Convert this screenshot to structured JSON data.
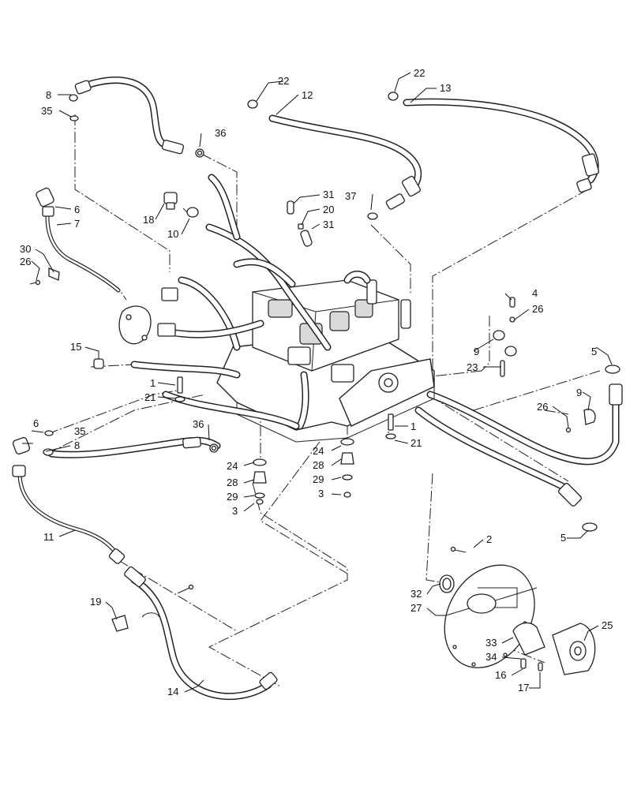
{
  "labels": {
    "l1a": "1",
    "l1b": "1",
    "l2": "2",
    "l3a": "3",
    "l3b": "3",
    "l4": "4",
    "l5a": "5",
    "l5b": "5",
    "l6a": "6",
    "l6b": "6",
    "l7": "7",
    "l8a": "8",
    "l8b": "8",
    "l9a": "9",
    "l9b": "9",
    "l10": "10",
    "l11": "11",
    "l12": "12",
    "l13": "13",
    "l14": "14",
    "l15": "15",
    "l16": "16",
    "l17": "17",
    "l18": "18",
    "l19": "19",
    "l20": "20",
    "l21a": "21",
    "l21b": "21",
    "l22a": "22",
    "l22b": "22",
    "l23": "23",
    "l24a": "24",
    "l24b": "24",
    "l25": "25",
    "l26a": "26",
    "l26b": "26",
    "l26c": "26",
    "l27": "27",
    "l28a": "28",
    "l28b": "28",
    "l29a": "29",
    "l29b": "29",
    "l30": "30",
    "l31a": "31",
    "l31b": "31",
    "l32": "32",
    "l33": "33",
    "l34": "34",
    "l35a": "35",
    "l35b": "35",
    "l36a": "36",
    "l36b": "36",
    "l37": "37"
  }
}
